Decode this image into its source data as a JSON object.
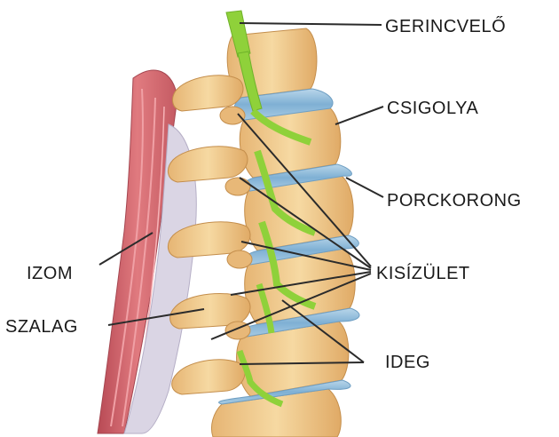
{
  "labels": {
    "gerincvelo": "GERINCVELŐ",
    "csigolya": "CSIGOLYA",
    "porckorong": "PORCKORONG",
    "izom": "IZOM",
    "kisizulet": "KISÍZÜLET",
    "szalag": "SZALAG",
    "ideg": "IDEG"
  },
  "colors": {
    "bone": "#f1c98a",
    "bone_shade": "#d9a45f",
    "disc": "#8fb8d8",
    "nerve": "#8fd13a",
    "muscle": "#d2626a",
    "ligament": "#dcd8e6",
    "line": "#3a3a3a"
  }
}
